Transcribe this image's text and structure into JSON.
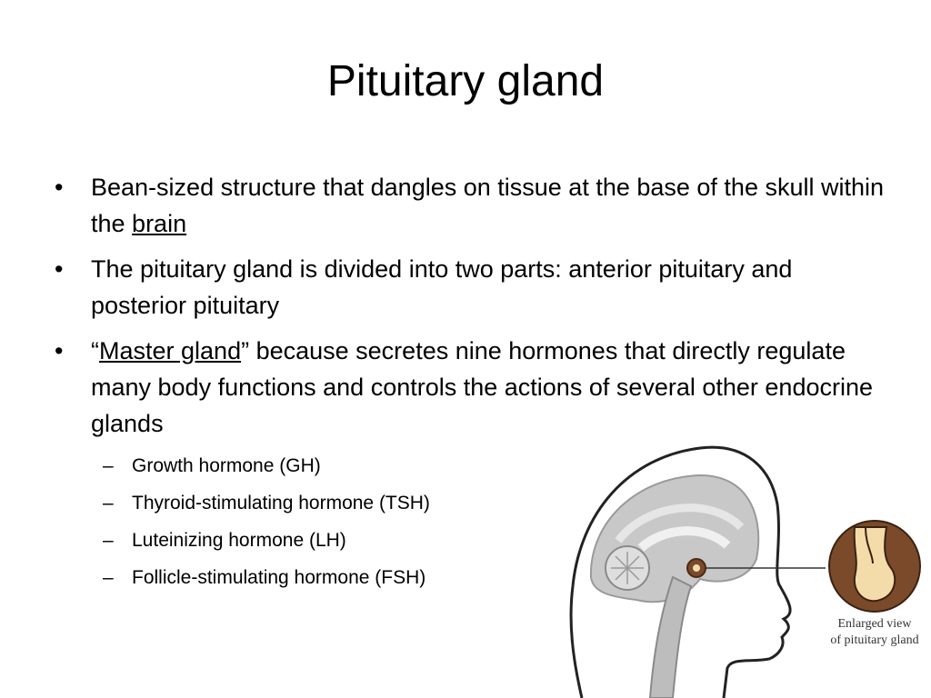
{
  "title": "Pituitary gland",
  "bullets": [
    {
      "mark": "•",
      "text_before": "Bean-sized structure that dangles on tissue at the base of the skull within the ",
      "link": "brain",
      "text_after": ""
    },
    {
      "mark": "•",
      "text": "The pituitary gland is divided into two parts: anterior pituitary and posterior pituitary"
    },
    {
      "mark": "•",
      "text_before": "“",
      "link": "Master gland",
      "text_after": "” because secretes nine hormones that directly regulate many body functions and controls the actions of several other endocrine glands"
    }
  ],
  "sub_bullets": [
    {
      "mark": "–",
      "text": "Growth hormone (GH)"
    },
    {
      "mark": "–",
      "text": "Thyroid-stimulating hormone (TSH)"
    },
    {
      "mark": "–",
      "text": "Luteinizing hormone (LH)"
    },
    {
      "mark": "–",
      "text": "Follicle-stimulating hormone (FSH)"
    }
  ],
  "figure": {
    "caption_line1": "Enlarged view",
    "caption_line2": "of pituitary gland",
    "colors": {
      "head_outline": "#222222",
      "brain_gray": "#c8c8c8",
      "gland_brown": "#7a4a2a",
      "gland_cream": "#f4dcaa"
    }
  }
}
